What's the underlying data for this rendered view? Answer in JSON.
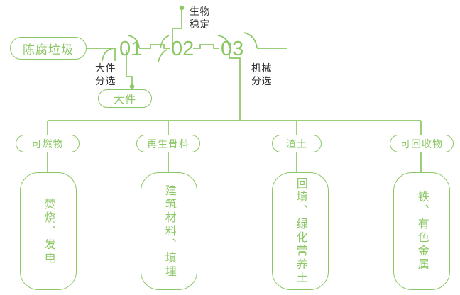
{
  "theme": {
    "accent": "#8cc765",
    "text_dark": "#333333",
    "background": "#ffffff"
  },
  "diagram": {
    "type": "process-flow",
    "root": {
      "label": "陈腐垃圾"
    },
    "stages": [
      {
        "number": "01",
        "process_label": "大件\n分选",
        "output": "大件"
      },
      {
        "number": "02",
        "process_label": "生物\n稳定",
        "output": null
      },
      {
        "number": "03",
        "process_label": "机械\n分选",
        "output": null
      }
    ],
    "outputs": [
      {
        "category": "可燃物",
        "destination": "焚烧、发电"
      },
      {
        "category": "再生骨料",
        "destination": "建筑材料、填埋"
      },
      {
        "category": "渣土",
        "destination": "回填、绿化营养土"
      },
      {
        "category": "可回收物",
        "destination": "铁、有色金属"
      }
    ]
  }
}
